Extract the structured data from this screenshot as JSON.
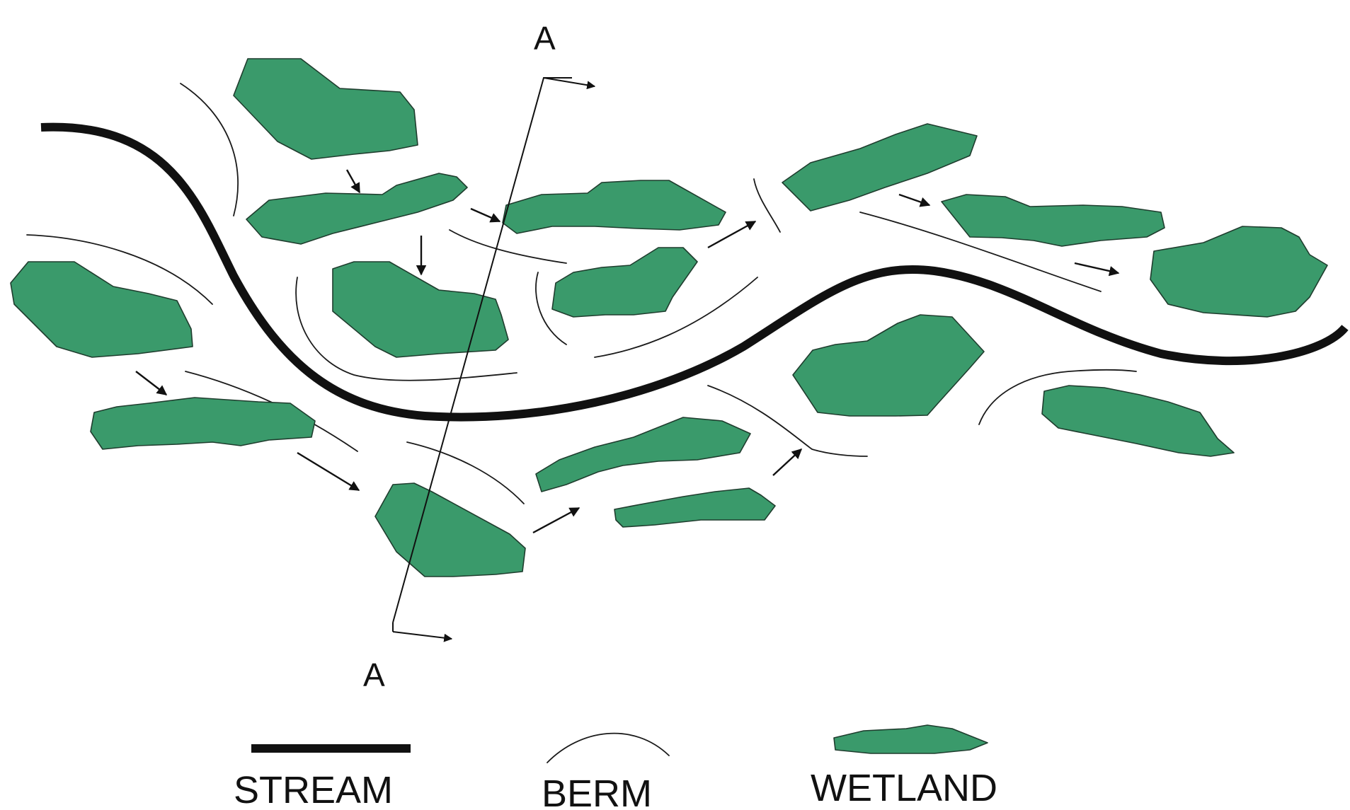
{
  "colors": {
    "wetland": "#3a9a6b",
    "stream": "#111111",
    "berm": "#1a1a1a"
  },
  "section": {
    "label_top": "A",
    "label_bottom": "A"
  },
  "legend": {
    "stream_label": "STREAM",
    "berm_label": "BERM",
    "wetland_label": "WETLAND"
  }
}
